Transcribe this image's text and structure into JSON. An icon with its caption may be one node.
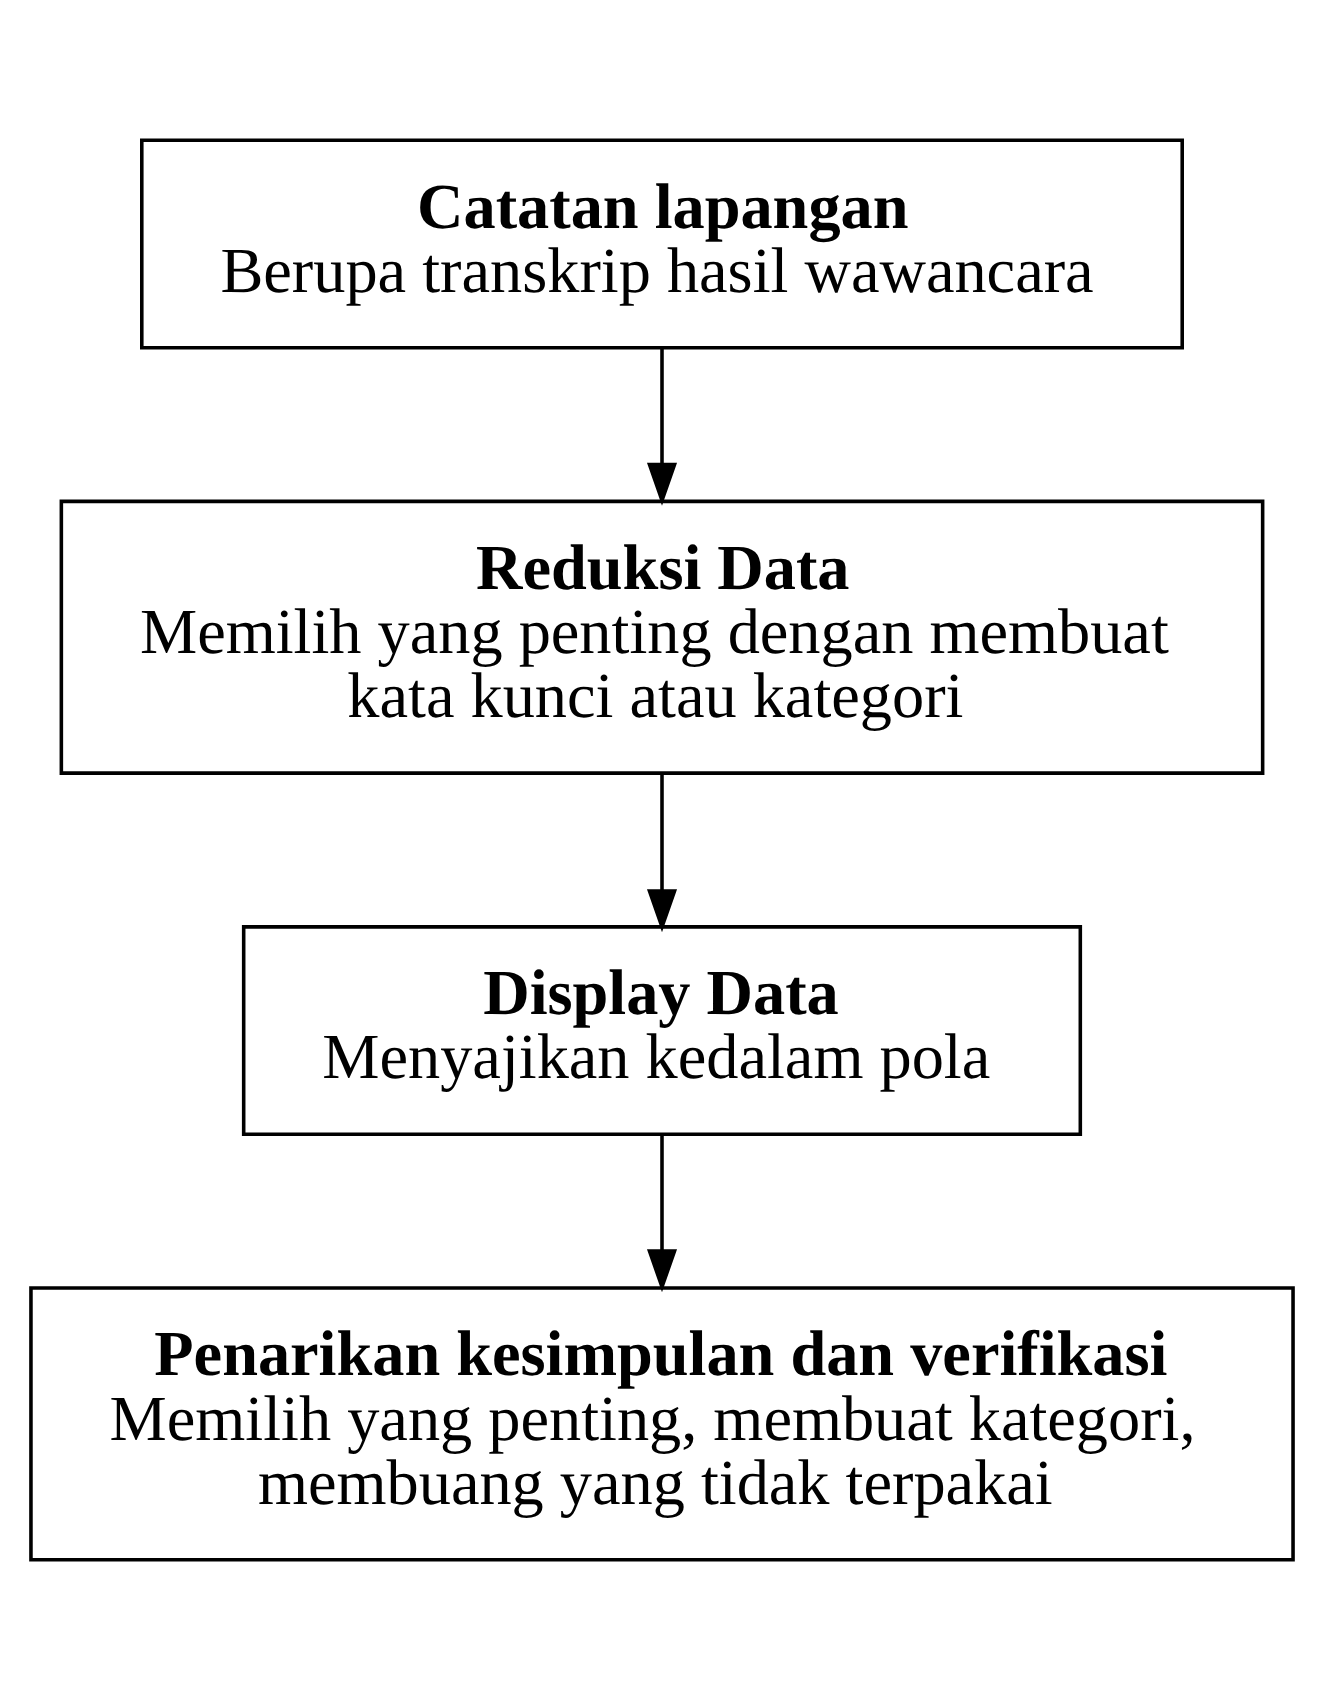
{
  "diagram": {
    "nodes": [
      {
        "text": [
          "Catatan lapangan",
          "Berupa transkrip hasil wawancara"
        ]
      },
      {
        "text": [
          "Reduksi Data",
          "Memilih yang penting dengan membuat kata kunci atau kategori"
        ]
      },
      {
        "text": [
          "Display Data",
          "Menyajikan kedalam pola"
        ]
      },
      {
        "text": [
          "Penarikan kesimpulan dan verifikasi",
          "Memilih yang penting, membuat kategori, membuang yang tidak terpakai"
        ]
      }
    ],
    "edges": [
      {
        "from": 0,
        "to": 1,
        "arrow": "to"
      },
      {
        "from": 1,
        "to": 2,
        "arrow": "to"
      },
      {
        "from": 2,
        "to": 3,
        "arrow": "to"
      }
    ]
  }
}
